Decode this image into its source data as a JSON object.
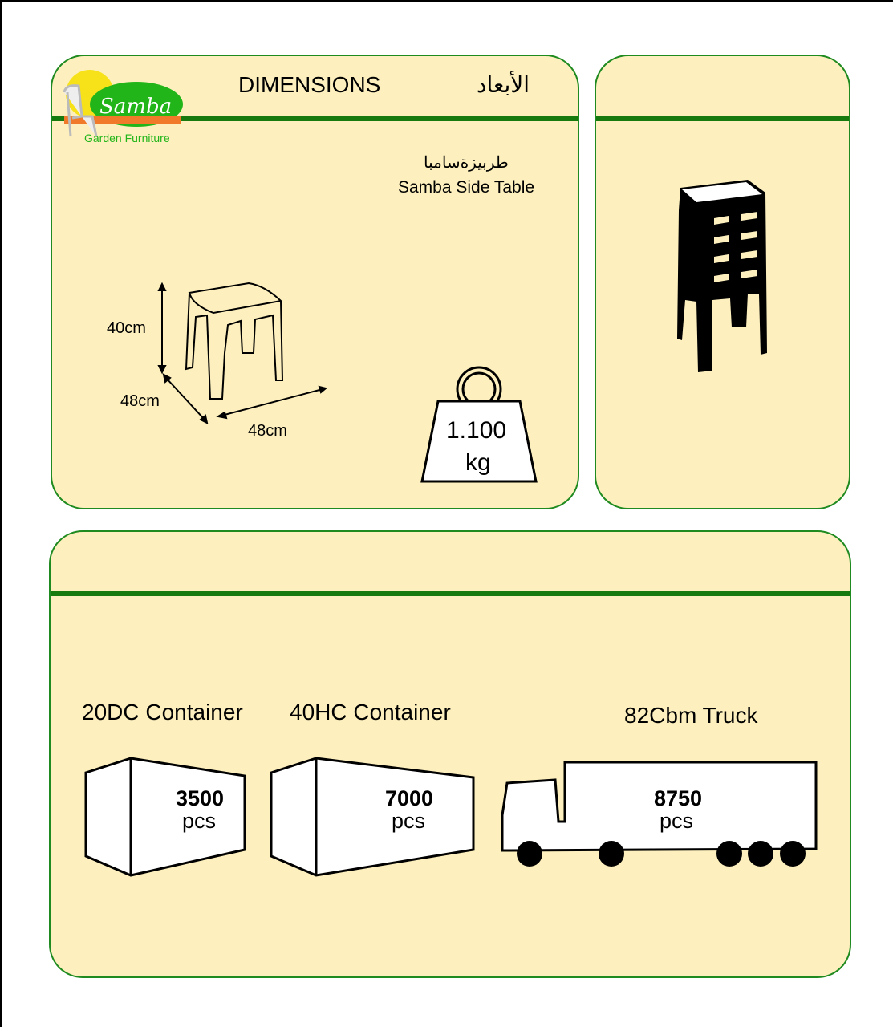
{
  "header": {
    "title_en": "DIMENSIONS",
    "title_ar": "الأبعاد"
  },
  "logo": {
    "brand": "Samba",
    "tagline": "Garden Furniture"
  },
  "product": {
    "name_ar": "طربيزةسامبا",
    "name_en": "Samba Side Table"
  },
  "dimensions": {
    "height": "40cm",
    "depth": "48cm",
    "width": "48cm"
  },
  "weight": {
    "value": "1.100",
    "unit": "kg"
  },
  "shipping": [
    {
      "label": "20DC Container",
      "qty": "3500",
      "unit": "pcs"
    },
    {
      "label": "40HC Container",
      "qty": "7000",
      "unit": "pcs"
    },
    {
      "label": "82Cbm Truck",
      "qty": "8750",
      "unit": "pcs"
    }
  ],
  "colors": {
    "panel": "#fdf0be",
    "border": "#1f8a1f",
    "bar": "#167a0e"
  }
}
